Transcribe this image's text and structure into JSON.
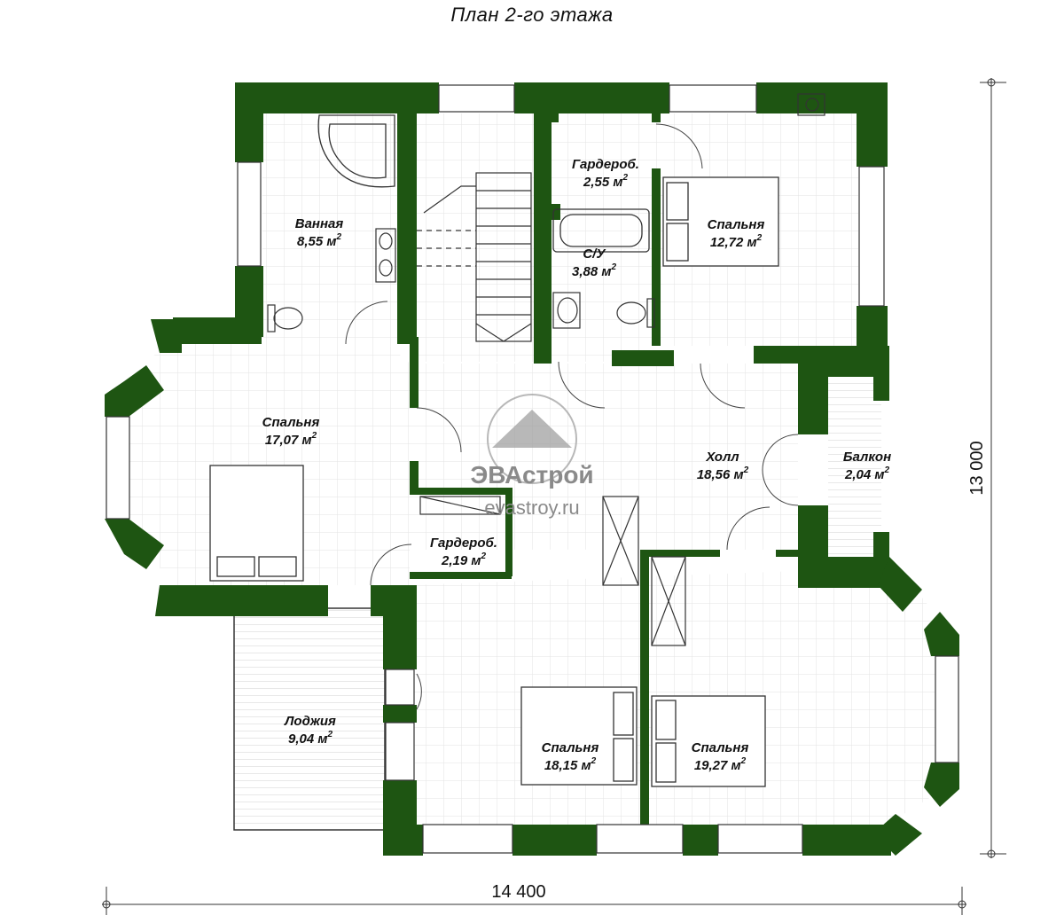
{
  "title": "План 2-го этажа",
  "area_unit": "м",
  "area_exponent": "2",
  "rooms": [
    {
      "name": "Ванная",
      "area": "8,55"
    },
    {
      "name": "Гардероб.",
      "area": "2,55"
    },
    {
      "name": "С/У",
      "area": "3,88"
    },
    {
      "name": "Спальня",
      "area": "12,72"
    },
    {
      "name": "Спальня",
      "area": "17,07"
    },
    {
      "name": "Холл",
      "area": "18,56"
    },
    {
      "name": "Балкон",
      "area": "2,04"
    },
    {
      "name": "Гардероб.",
      "area": "2,19"
    },
    {
      "name": "Лоджия",
      "area": "9,04"
    },
    {
      "name": "Спальня",
      "area": "18,15"
    },
    {
      "name": "Спальня",
      "area": "19,27"
    }
  ],
  "dimensions": {
    "width": "14 400",
    "height": "13 000"
  },
  "watermark": {
    "brand": "ЭВАстрой",
    "url": "evastroy.ru"
  },
  "colors": {
    "wall": "#1e5512",
    "grid": "#e3e3e3",
    "line": "#333333",
    "watermark": "#8a8a8a"
  }
}
